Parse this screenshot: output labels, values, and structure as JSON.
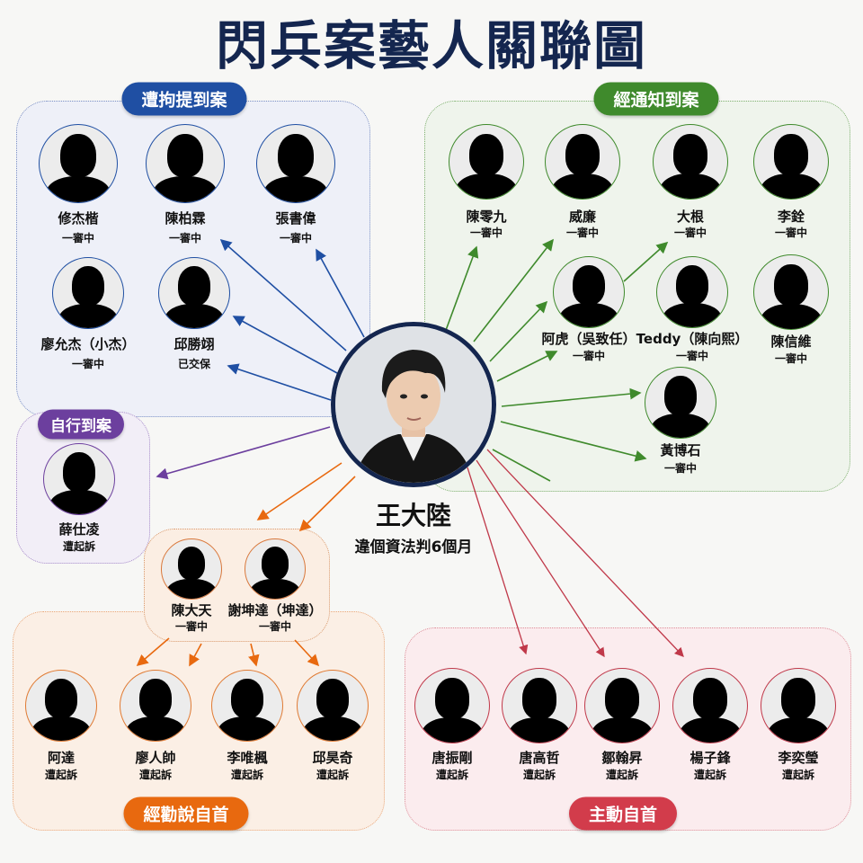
{
  "title": "閃兵案藝人關聯圖",
  "center": {
    "name": "王大陸",
    "status": "違個資法判6個月"
  },
  "colors": {
    "blue": "#1f4fa3",
    "green": "#3f8a2c",
    "purple": "#6c3f9e",
    "orange": "#e8690f",
    "red": "#d23c4b",
    "navy": "#14264f"
  },
  "groups": {
    "arrested": {
      "label": "遭拘提到案",
      "people": [
        {
          "name": "修杰楷",
          "status": "一審中"
        },
        {
          "name": "陳柏霖",
          "status": "一審中"
        },
        {
          "name": "張書偉",
          "status": "一審中"
        },
        {
          "name": "廖允杰（小杰）",
          "status": "一審中"
        },
        {
          "name": "邱勝翊",
          "status": "已交保"
        }
      ]
    },
    "notified": {
      "label": "經通知到案",
      "people": [
        {
          "name": "陳零九",
          "status": "一審中"
        },
        {
          "name": "威廉",
          "status": "一審中"
        },
        {
          "name": "大根",
          "status": "一審中"
        },
        {
          "name": "李銓",
          "status": "一審中"
        },
        {
          "name": "阿虎（吳致任）",
          "status": "一審中"
        },
        {
          "name": "Teddy（陳向熙）",
          "status": "一審中"
        },
        {
          "name": "陳信維",
          "status": "一審中"
        },
        {
          "name": "黃博石",
          "status": "一審中"
        }
      ]
    },
    "self_reported": {
      "label": "自行到案",
      "people": [
        {
          "name": "薛仕凌",
          "status": "遭起訴"
        }
      ]
    },
    "intermediaries": {
      "people": [
        {
          "name": "陳大天",
          "status": "一審中"
        },
        {
          "name": "謝坤達（坤達）",
          "status": "一審中"
        }
      ]
    },
    "persuaded": {
      "label": "經勸說自首",
      "people": [
        {
          "name": "阿達",
          "status": "遭起訴"
        },
        {
          "name": "廖人帥",
          "status": "遭起訴"
        },
        {
          "name": "李唯楓",
          "status": "遭起訴"
        },
        {
          "name": "邱昊奇",
          "status": "遭起訴"
        }
      ]
    },
    "voluntary": {
      "label": "主動自首",
      "people": [
        {
          "name": "唐振剛",
          "status": "遭起訴"
        },
        {
          "name": "唐高哲",
          "status": "遭起訴"
        },
        {
          "name": "鄒翰昇",
          "status": "遭起訴"
        },
        {
          "name": "楊子鋒",
          "status": "遭起訴"
        },
        {
          "name": "李奕瑩",
          "status": "遭起訴"
        }
      ]
    }
  }
}
